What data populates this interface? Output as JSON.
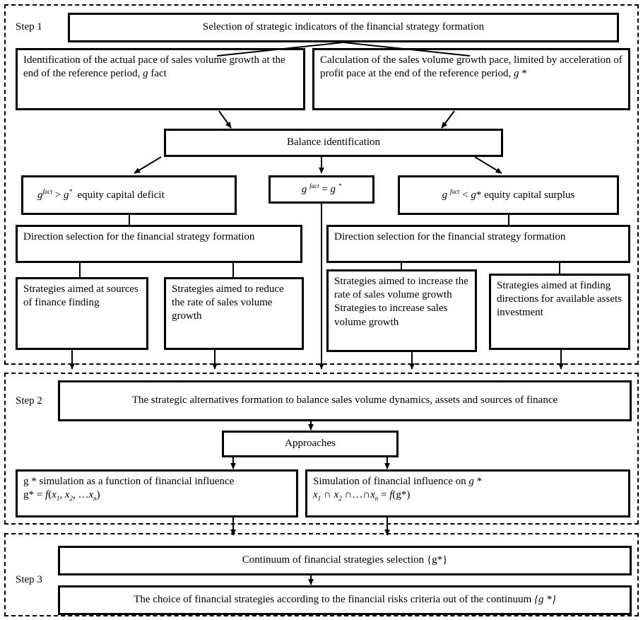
{
  "diagram": {
    "title": "Financial strategy formation flowchart",
    "steps": [
      {
        "id": "step1",
        "label": "Step 1",
        "boxes": {
          "header": "Selection of strategic indicators of the financial strategy formation",
          "left_input": "Identification of the actual pace of sales volume growth at the end of the reference period, g fact",
          "right_input": "Calculation of the sales volume growth pace, limited by acceleration of profit pace at the end of the reference period, g *",
          "balance": "Balance identification",
          "cond_left_html": "g <sup>fact</sup> &gt; g <sup>*</sup>&nbsp; equity capital deficit",
          "cond_mid_html": "g <sup>fact</sup> = g <sup>*</sup>",
          "cond_right_html": "g <sup>fact</sup> &lt; g* equity capital surplus",
          "direction_left": "Direction selection for the financial strategy formation",
          "direction_right": "Direction selection for the financial strategy formation",
          "strategy_1": "Strategies aimed at sources of finance finding",
          "strategy_2": "Strategies aimed to reduce the rate of sales volume growth",
          "strategy_3": "Strategies aimed to increase the rate of sales volume growth Strategies to increase sales volume growth",
          "strategy_4": "Strategies aimed at finding directions for available assets investment"
        }
      },
      {
        "id": "step2",
        "label": "Step 2",
        "boxes": {
          "header": "The strategic alternatives formation to balance sales volume dynamics, assets and sources of finance",
          "approaches": "Approaches",
          "approach_left_line1": "g * simulation as a function of financial influence",
          "approach_left_line2_html": "g* = <i>f</i>(<i>x</i><sub>1</sub>, <i>x</i><sub>2</sub>, &hellip;<i>x<sub>n</sub></i>)",
          "approach_right_line1_html": "Simulation of financial influence on <i>g</i> *",
          "approach_right_line2_html": "<i>x</i><sub>1</sub> &cap; <i>x</i><sub>2</sub> &cap;&hellip;&cap;<i>x<sub>n</sub></i> = <i>f</i>(g*)"
        }
      },
      {
        "id": "step3",
        "label": "Step 3",
        "boxes": {
          "continuum_html": "Continuum of financial strategies selection {g*}",
          "choice_html": "The choice of financial strategies according to the financial risks criteria out of the continuum <i>{g *}</i>"
        }
      }
    ],
    "colors": {
      "line": "#000000",
      "background": "#ffffff",
      "text": "#000000"
    }
  }
}
